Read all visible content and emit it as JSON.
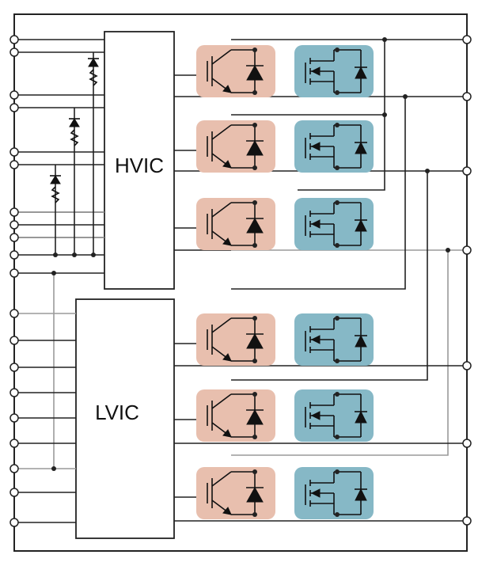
{
  "hvic": {
    "label": "HVIC"
  },
  "lvic": {
    "label": "LVIC"
  },
  "colors": {
    "igbt_bg": "#e8bfae",
    "mosfet_bg": "#86b8c6",
    "wire": "#222222",
    "wire_gray": "#9a9a9a",
    "frame": "#222222"
  },
  "phases": [
    {
      "side": "high",
      "igbt_icon": "igbt-with-diode-icon",
      "mosfet_icon": "mosfet-icon"
    },
    {
      "side": "high",
      "igbt_icon": "igbt-with-diode-icon",
      "mosfet_icon": "mosfet-icon"
    },
    {
      "side": "high",
      "igbt_icon": "igbt-with-diode-icon",
      "mosfet_icon": "mosfet-icon"
    },
    {
      "side": "low",
      "igbt_icon": "igbt-with-diode-icon",
      "mosfet_icon": "mosfet-icon"
    },
    {
      "side": "low",
      "igbt_icon": "igbt-with-diode-icon",
      "mosfet_icon": "mosfet-icon"
    },
    {
      "side": "low",
      "igbt_icon": "igbt-with-diode-icon",
      "mosfet_icon": "mosfet-icon"
    }
  ]
}
